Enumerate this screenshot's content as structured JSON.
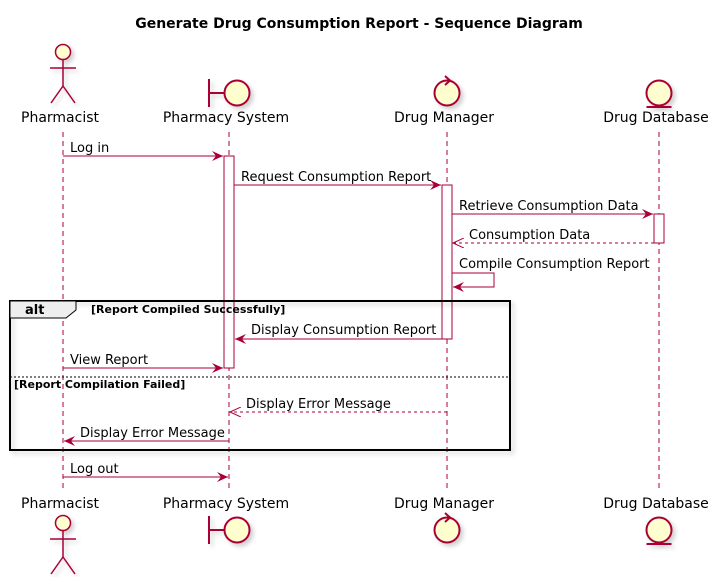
{
  "title": "Generate Drug Consumption Report - Sequence Diagram",
  "participants": [
    {
      "id": "pharmacist",
      "name": "Pharmacist",
      "kind": "actor",
      "icon": "actor-icon"
    },
    {
      "id": "system",
      "name": "Pharmacy System",
      "kind": "boundary",
      "icon": "boundary-icon"
    },
    {
      "id": "manager",
      "name": "Drug Manager",
      "kind": "control",
      "icon": "control-icon"
    },
    {
      "id": "database",
      "name": "Drug Database",
      "kind": "entity",
      "icon": "entity-icon"
    }
  ],
  "messages": [
    {
      "from": "pharmacist",
      "to": "system",
      "label": "Log in",
      "style": "sync"
    },
    {
      "from": "system",
      "to": "manager",
      "label": "Request Consumption Report",
      "style": "sync"
    },
    {
      "from": "manager",
      "to": "database",
      "label": "Retrieve Consumption Data",
      "style": "sync"
    },
    {
      "from": "database",
      "to": "manager",
      "label": "Consumption Data",
      "style": "reply"
    },
    {
      "from": "manager",
      "to": "manager",
      "label": "Compile Consumption Report",
      "style": "self"
    },
    {
      "from": "manager",
      "to": "system",
      "label": "Display Consumption Report",
      "style": "sync"
    },
    {
      "from": "pharmacist",
      "to": "system",
      "label": "View Report",
      "style": "sync"
    },
    {
      "from": "manager",
      "to": "system",
      "label": "Display Error Message",
      "style": "reply"
    },
    {
      "from": "system",
      "to": "pharmacist",
      "label": "Display Error Message",
      "style": "sync"
    },
    {
      "from": "pharmacist",
      "to": "system",
      "label": "Log out",
      "style": "sync"
    }
  ],
  "alt_frame": {
    "keyword": "alt",
    "guards": [
      "[Report Compiled Successfully]",
      "[Report Compilation Failed]"
    ]
  },
  "colors": {
    "arrow": "#a80036",
    "participant_fill": "#fefece",
    "lifeline": "#a80036",
    "frame": "#000000"
  }
}
